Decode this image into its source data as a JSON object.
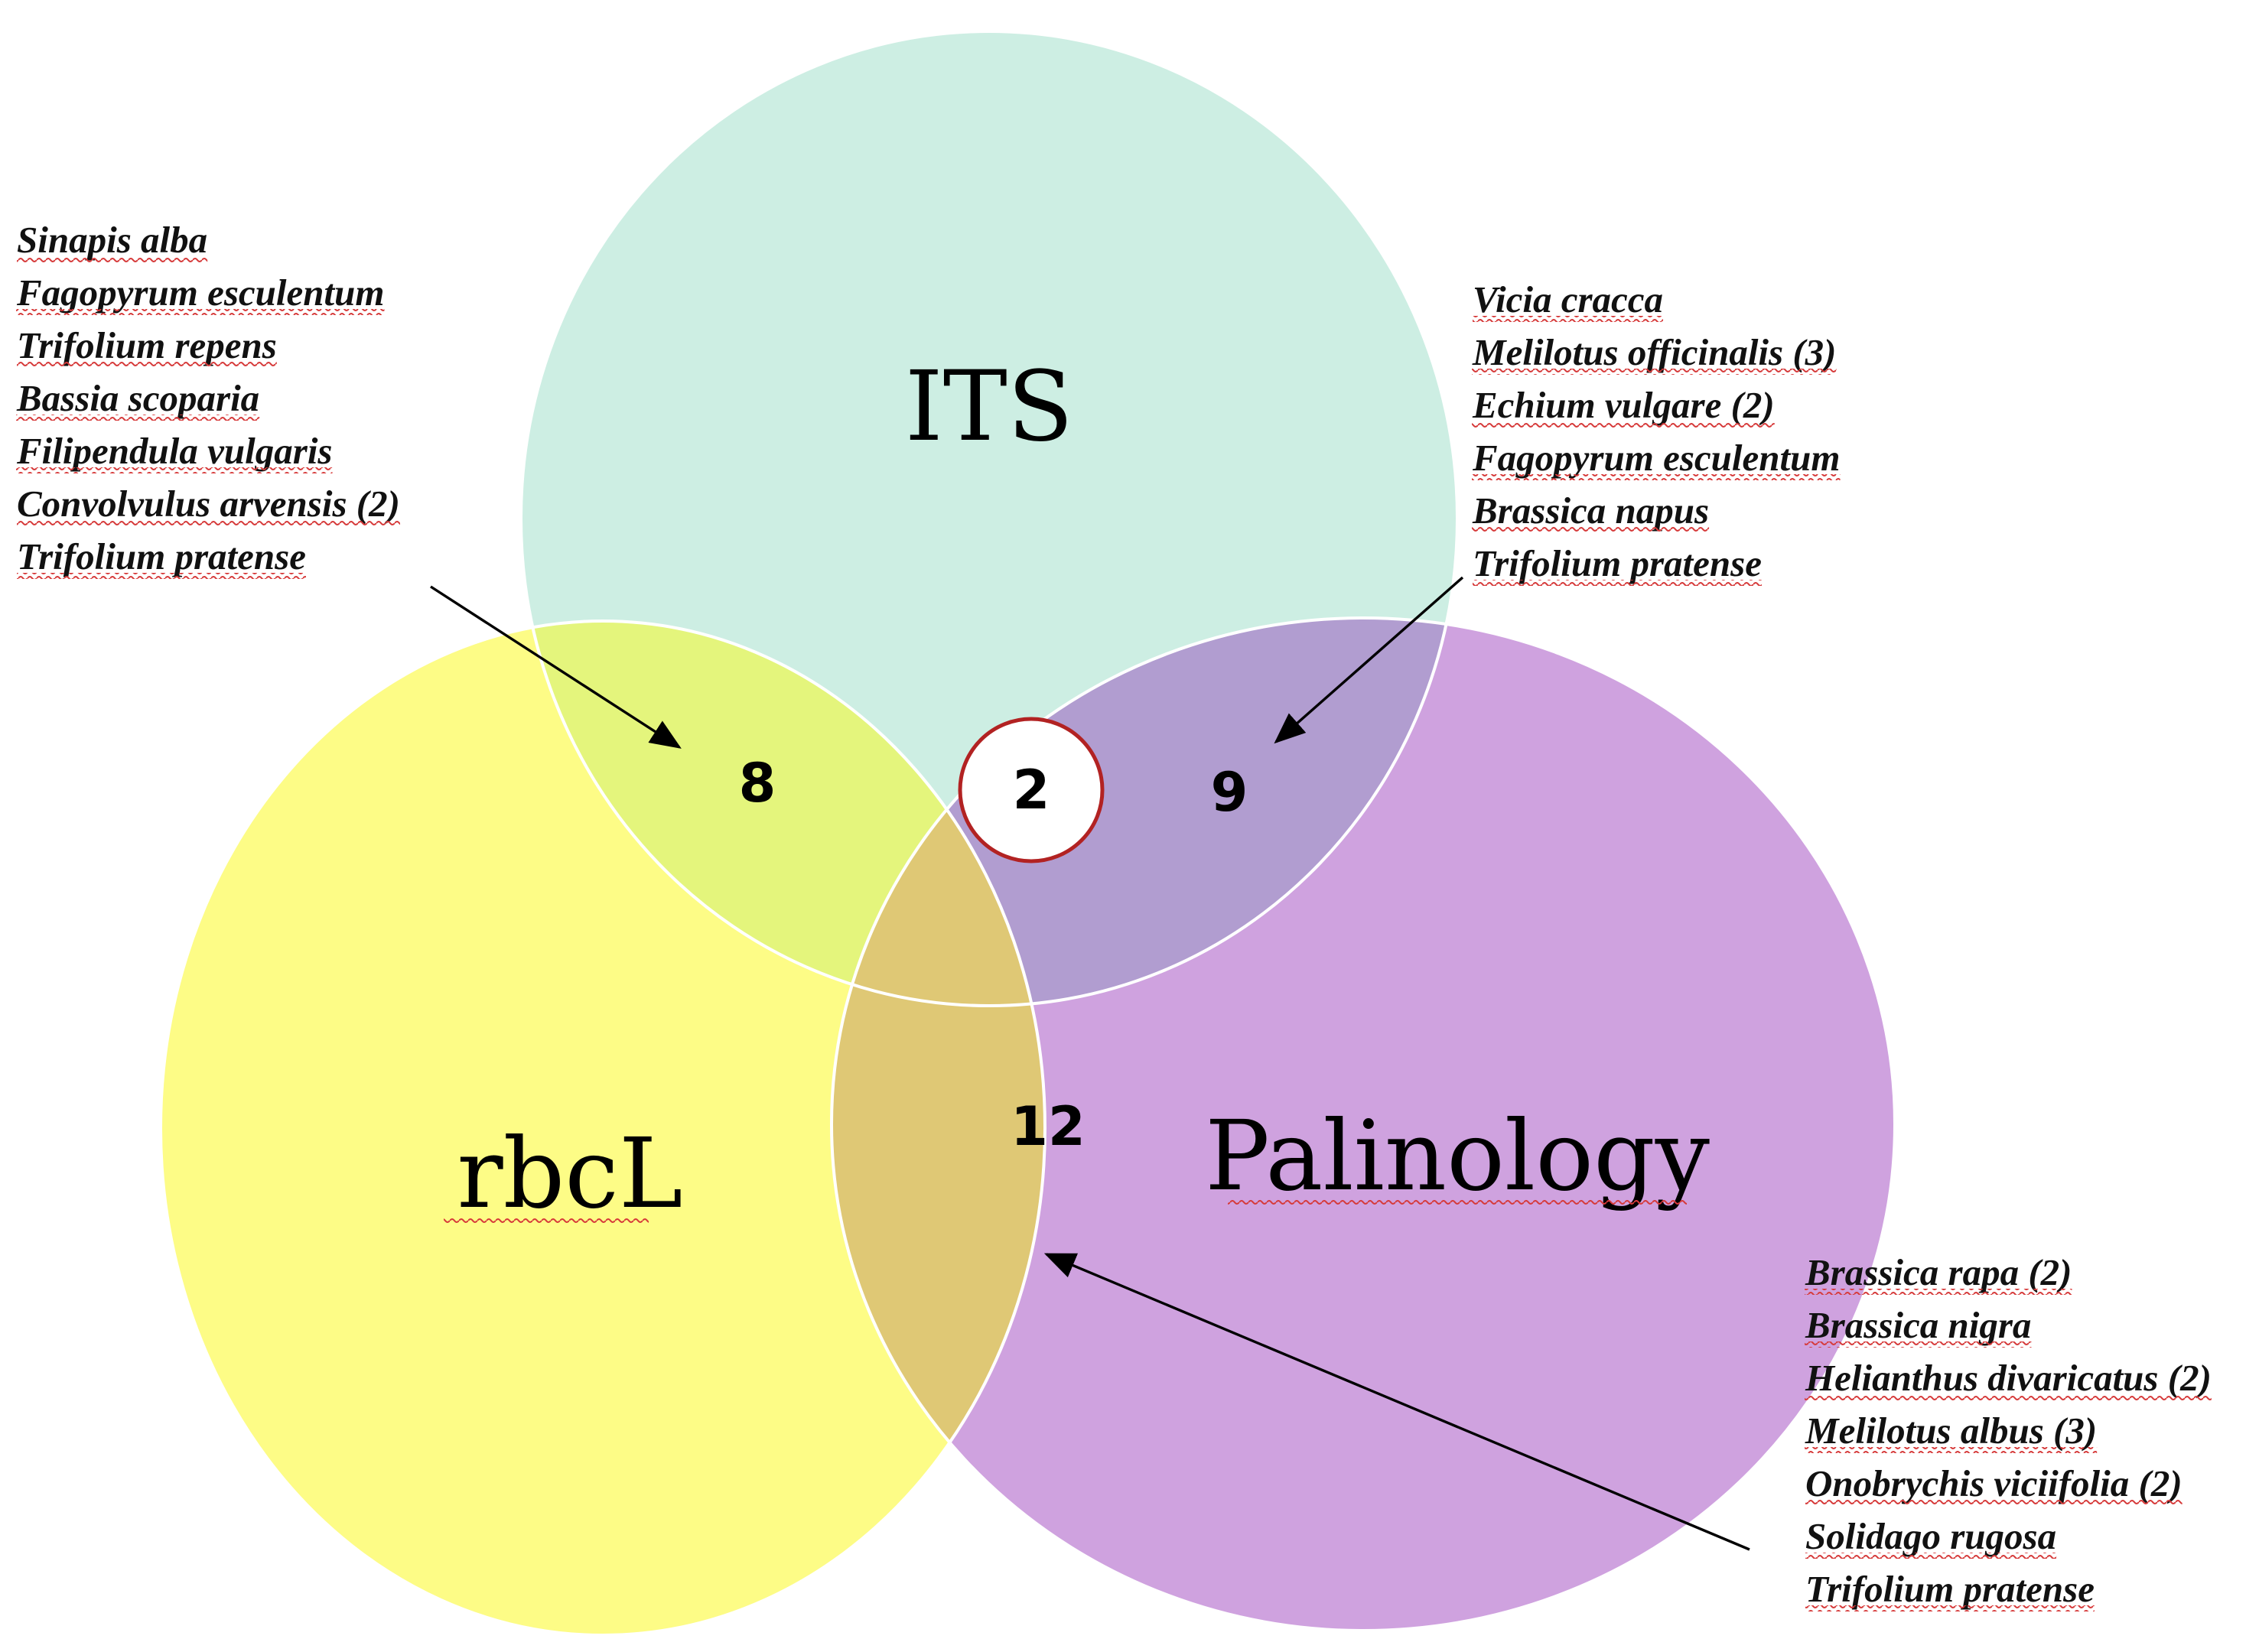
{
  "sets": {
    "its": {
      "label": "ITS",
      "color": "#cdeee3"
    },
    "rbcl": {
      "label": "rbcL",
      "color": "#fdfc86"
    },
    "palinology": {
      "label": "Palinology",
      "color": "#cfa2df"
    }
  },
  "counts": {
    "its_rbcl": "8",
    "its_palinology": "9",
    "rbcl_palinology": "12",
    "all_three": "2"
  },
  "overlap_colors": {
    "its_rbcl": "#e4f57c",
    "its_palinology": "#b19dd0",
    "rbcl_palinology": "#dfc875",
    "center_fill": "#ffffff",
    "center_stroke": "#b22222"
  },
  "annotations": {
    "its_rbcl": [
      "Sinapis alba",
      "Fagopyrum esculentum",
      "Trifolium repens",
      "Bassia scoparia",
      "Filipendula vulgaris",
      "Convolvulus arvensis (2)",
      "Trifolium pratense"
    ],
    "its_palinology": [
      "Vicia cracca",
      "Melilotus officinalis (3)",
      "Echium vulgare (2)",
      "Fagopyrum esculentum",
      "Brassica napus",
      "Trifolium pratense"
    ],
    "rbcl_palinology": [
      "Brassica rapa (2)",
      "Brassica nigra",
      "Helianthus divaricatus (2)",
      "Melilotus albus (3)",
      "Onobrychis viciifolia (2)",
      "Solidago rugosa",
      "Trifolium pratense"
    ]
  }
}
